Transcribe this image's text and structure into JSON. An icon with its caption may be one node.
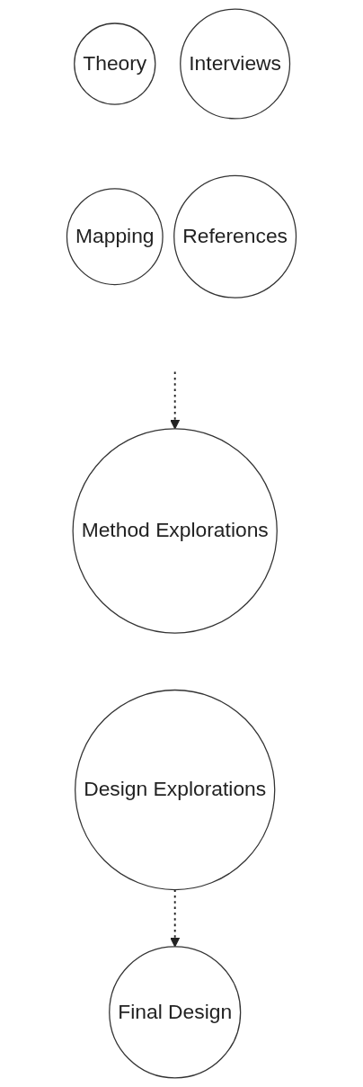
{
  "diagram": {
    "nodes": [
      {
        "text": [
          "Theory"
        ]
      },
      {
        "text": [
          "Interviews"
        ]
      },
      {
        "text": [
          "Mapping"
        ]
      },
      {
        "text": [
          "References"
        ]
      },
      {
        "text": [
          "Method Explorations"
        ]
      },
      {
        "text": [
          "Design Explorations"
        ]
      },
      {
        "text": [
          "Final Design"
        ]
      }
    ],
    "edges": [
      {
        "from": null,
        "to": 4,
        "arrow": "to",
        "style": "dashed"
      },
      {
        "from": 5,
        "to": 6,
        "arrow": "to",
        "style": "dashed"
      }
    ]
  }
}
